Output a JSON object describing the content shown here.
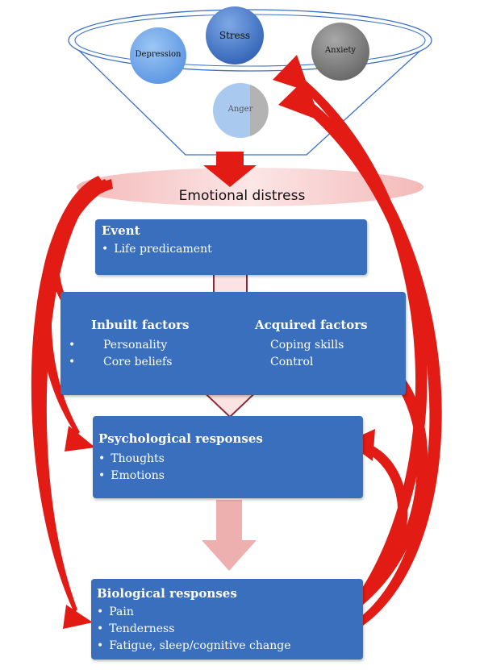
{
  "funnel": {
    "circles": [
      {
        "label": "Depression",
        "color": "#6aa5ea"
      },
      {
        "label": "Stress",
        "color": "#4f86d6"
      },
      {
        "label": "Anxiety",
        "color": "#8a8a8a"
      },
      {
        "label": "Anger",
        "color": "#a9c9ef"
      }
    ]
  },
  "title": "Emotional distress",
  "boxes": {
    "event": {
      "title": "Event",
      "items": [
        "Life predicament"
      ]
    },
    "factors": {
      "inbuilt": {
        "title": "Inbuilt factors",
        "items": [
          "Personality",
          "Core beliefs"
        ]
      },
      "acquired": {
        "title": "Acquired factors",
        "items": [
          "Coping skills",
          "Control"
        ]
      }
    },
    "psychological": {
      "title": "Psychological responses",
      "items": [
        "Thoughts",
        "Emotions"
      ]
    },
    "biological": {
      "title": "Biological responses",
      "items": [
        "Pain",
        "Tenderness",
        "Fatigue, sleep/cognitive change"
      ]
    }
  },
  "colors": {
    "box": "#3a6fbd",
    "arrow_red": "#e21b14",
    "flow_arrow_fill": "#fbe3e3",
    "flow_arrow_stroke": "#8b2a3a",
    "down_arrow_pink": "#eeb0ae",
    "ellipse_band": "#f6c9c9"
  }
}
